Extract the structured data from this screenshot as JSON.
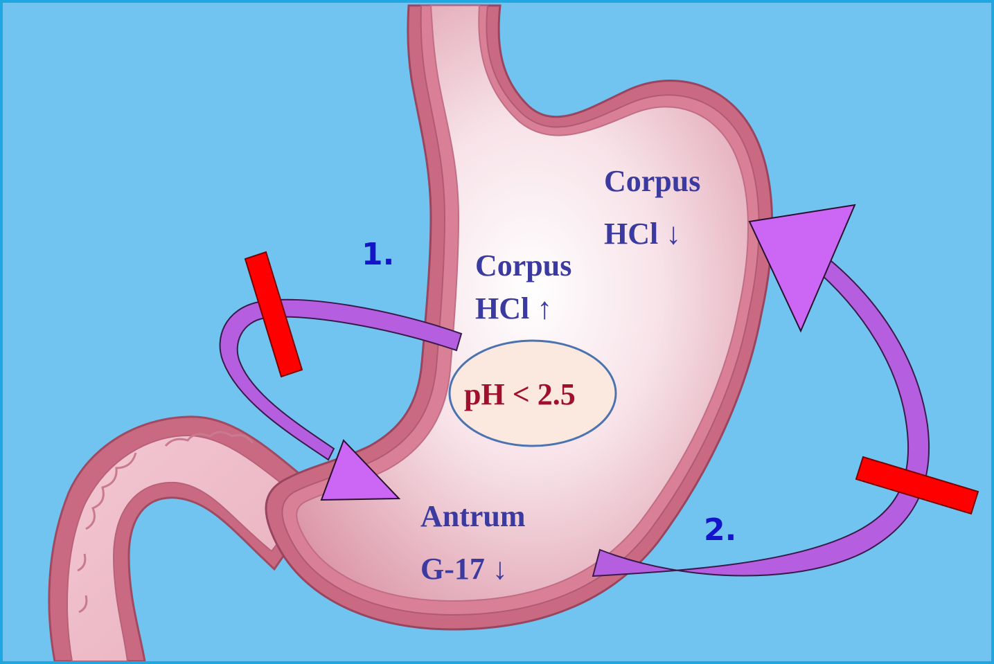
{
  "colors": {
    "background": "#71c4ef",
    "frame": "#1ea7e1",
    "stomach_wall": "#c96a82",
    "stomach_lumen": "#f6dde4",
    "arrow": "#b55ee0",
    "inhibition_bar": "#ff0000",
    "label_text": "#3a3aa0",
    "step_number": "#1414c8",
    "ph_text": "#a0102c",
    "ph_bubble": "#fbe8df"
  },
  "icons": {
    "feedback_arrow": "curved-arrow-icon",
    "inhibition": "inhibition-bar-icon"
  },
  "regions": {
    "corpus_top": {
      "name": "Corpus",
      "value": "HCl ↓"
    },
    "corpus_mid": {
      "name": "Corpus",
      "value": "HCl ↑"
    },
    "antrum": {
      "name": "Antrum",
      "value": "G-17 ↓"
    }
  },
  "ph_label": "pH < 2.5",
  "steps": [
    "1.",
    "2."
  ]
}
